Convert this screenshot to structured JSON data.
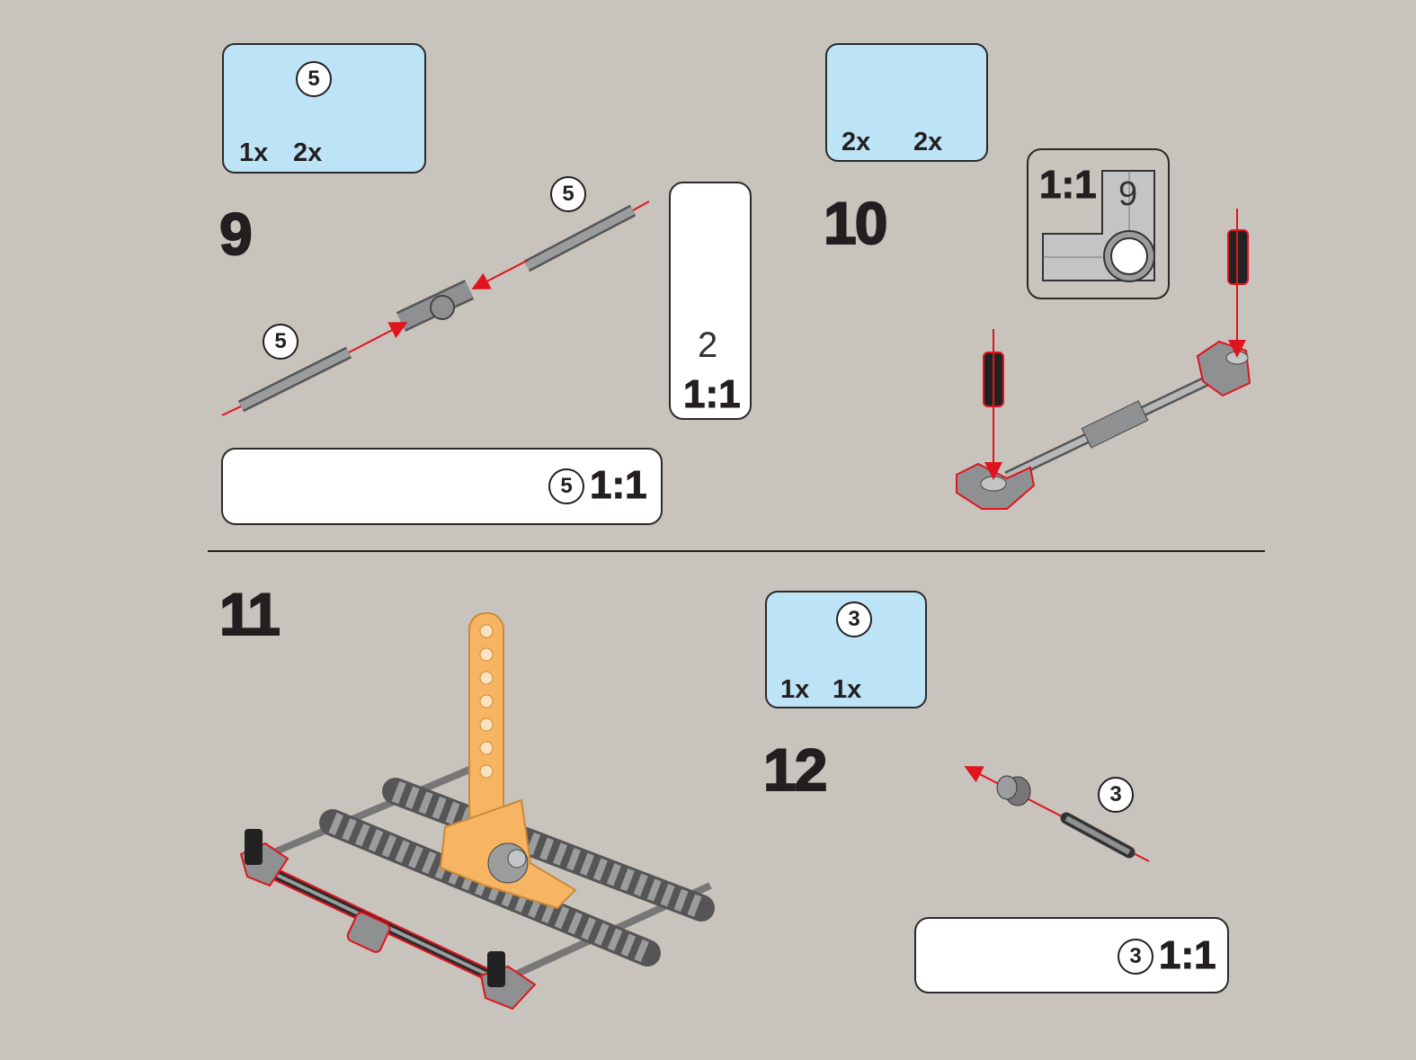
{
  "colors": {
    "background": "#c8c3bc",
    "parts_panel": "#bde3f7",
    "arrow": "#e0141e",
    "beam_orange": "#f7b462",
    "part_gray": "#9a9c9e",
    "part_dark": "#2b2b2b"
  },
  "steps": [
    {
      "number": "9",
      "parts": [
        {
          "icon": "connector-2-icon",
          "qty": "1x"
        },
        {
          "icon": "axle-icon",
          "length": "5",
          "qty": "2x"
        }
      ],
      "axle_labels": [
        "5",
        "5"
      ],
      "callout_connector": {
        "mark": "2",
        "scale": "1:1"
      },
      "callout_axle": {
        "length": "5",
        "scale": "1:1"
      }
    },
    {
      "number": "10",
      "parts": [
        {
          "icon": "pin-icon",
          "qty": "2x"
        },
        {
          "icon": "angle-connector-icon",
          "qty": "2x"
        }
      ],
      "callout": {
        "scale": "1:1",
        "mark": "9"
      }
    },
    {
      "number": "11"
    },
    {
      "number": "12",
      "parts": [
        {
          "icon": "bush-icon",
          "qty": "1x"
        },
        {
          "icon": "axle-icon",
          "length": "3",
          "qty": "1x"
        }
      ],
      "axle_label": "3",
      "callout_axle": {
        "length": "3",
        "scale": "1:1"
      }
    }
  ]
}
